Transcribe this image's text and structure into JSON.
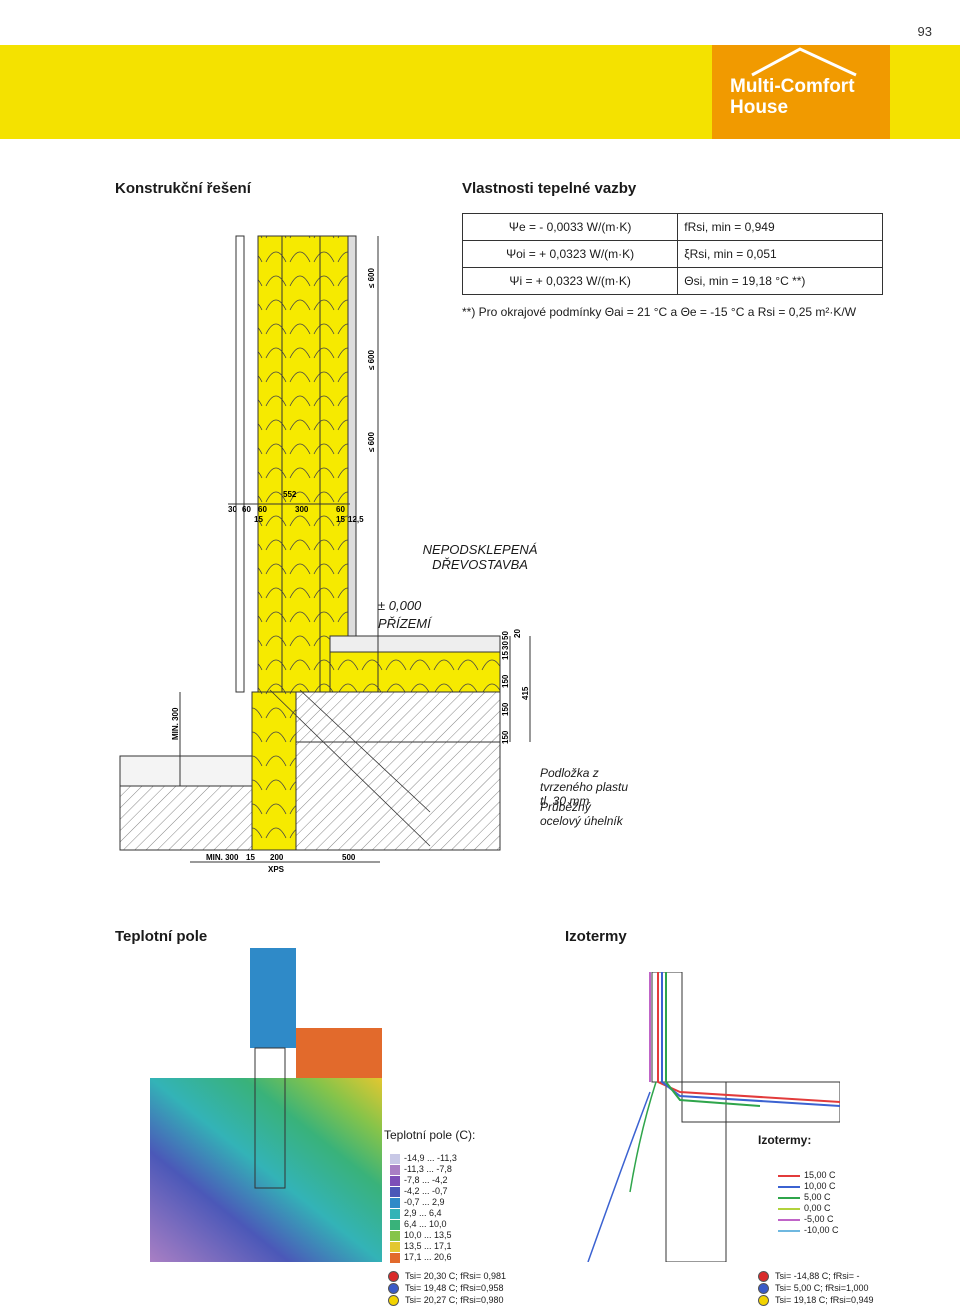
{
  "page_number": "93",
  "brand": {
    "line1": "Multi-Comfort",
    "line2": "House"
  },
  "headings": {
    "left": "Konstrukční řešení",
    "right": "Vlastnosti tepelné vazby",
    "field": "Teplotní pole",
    "isotherms": "Izotermy"
  },
  "props": [
    {
      "left": "Ψe = - 0,0033 W/(m·K)",
      "right": "fRsi, min = 0,949"
    },
    {
      "left": "Ψoi = + 0,0323 W/(m·K)",
      "right": "ξRsi, min = 0,051"
    },
    {
      "left": "Ψi = + 0,0323 W/(m·K)",
      "right": "Θsi, min = 19,18 °C **)"
    }
  ],
  "note": "**) Pro okrajové podmínky Θai = 21 °C a Θe = -15 °C a Rsi = 0,25 m²·K/W",
  "drawing": {
    "label_building": "NEPODSKLEPENÁ DŘEVOSTAVBA",
    "label_level": "± 0,000",
    "label_floor": "PŘÍZEMÍ",
    "label_pad": "Podložka z tvrzeného plastu tl. 30 mm",
    "label_angle": "Průběžný ocelový úhelník",
    "dims": {
      "d552": "552",
      "d30": "30",
      "d60a": "60",
      "d60b": "60",
      "d300": "300",
      "d60c": "60",
      "d15a": "15",
      "d15b": "15",
      "d125": "12,5",
      "dmin300": "MIN. 300",
      "d15c": "15",
      "d200": "200",
      "d500": "500",
      "xps": "XPS",
      "v600a": "≤ 600",
      "v600b": "≤ 600",
      "v600c": "≤ 600",
      "vmin300": "MIN. 300",
      "v415": "415",
      "v150a": "150",
      "v150b": "150",
      "v150c": "150",
      "v20": "20",
      "v15": "15",
      "v30": "30",
      "v50": "50"
    }
  },
  "field_legend": {
    "title": "Teplotní pole (C):",
    "items": [
      {
        "label": "-14,9 ... -11,3",
        "color": "#c8c8e6"
      },
      {
        "label": "-11,3 ... -7,8",
        "color": "#a97fc4"
      },
      {
        "label": "-7,8 ... -4,2",
        "color": "#7d4fb8"
      },
      {
        "label": "-4,2 ... -0,7",
        "color": "#4b58b8"
      },
      {
        "label": "-0,7 ... 2,9",
        "color": "#2f8ac8"
      },
      {
        "label": "2,9 ... 6,4",
        "color": "#33b3b7"
      },
      {
        "label": "6,4 ... 10,0",
        "color": "#39b27a"
      },
      {
        "label": "10,0 ... 13,5",
        "color": "#86c44a"
      },
      {
        "label": "13,5 ... 17,1",
        "color": "#e3c730"
      },
      {
        "label": "17,1 ... 20,6",
        "color": "#e26a2c"
      }
    ]
  },
  "field_points": [
    {
      "text": "Tsi= 20,30 C; fRsi= 0,981",
      "color": "#d92b2b"
    },
    {
      "text": "Tsi= 19,48 C; fRsi=0,958",
      "color": "#3a5bc7"
    },
    {
      "text": "Tsi= 20,27 C; fRsi=0,980",
      "color": "#f2d300"
    }
  ],
  "iso_legend": {
    "title": "Izotermy:",
    "items": [
      {
        "label": "15,00 C",
        "color": "#e23b3b"
      },
      {
        "label": "10,00 C",
        "color": "#3b62d1"
      },
      {
        "label": "5,00 C",
        "color": "#2fa54b"
      },
      {
        "label": "0,00 C",
        "color": "#b2d23c"
      },
      {
        "label": "-5,00 C",
        "color": "#c064c8"
      },
      {
        "label": "-10,00 C",
        "color": "#6fb8e0"
      }
    ]
  },
  "iso_points": [
    {
      "text": "Tsi= -14,88 C; fRsi= -",
      "color": "#d92b2b"
    },
    {
      "text": "Tsi= 5,00 C; fRsi=1,000",
      "color": "#3a5bc7"
    },
    {
      "text": "Tsi= 19,18 C; fRsi=0,949",
      "color": "#f2d300"
    }
  ]
}
